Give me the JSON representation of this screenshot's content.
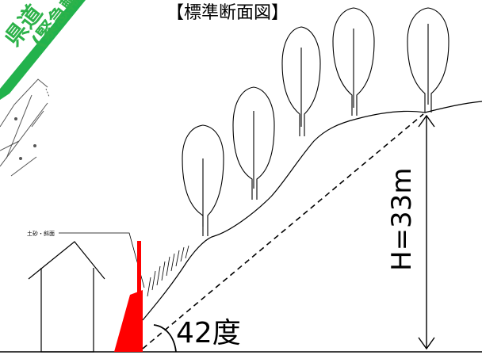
{
  "title": "【標準断面図】",
  "slope_angle_label": "42度",
  "height_label": "H=33m",
  "callout_label": "土砂・斜面",
  "map_inset": {
    "label_line1": "県道",
    "label_line2": "(緊急輸"
  },
  "colors": {
    "retaining_wall": "#ff0000",
    "road_stripe": "#22b24c",
    "line": "#000000"
  }
}
